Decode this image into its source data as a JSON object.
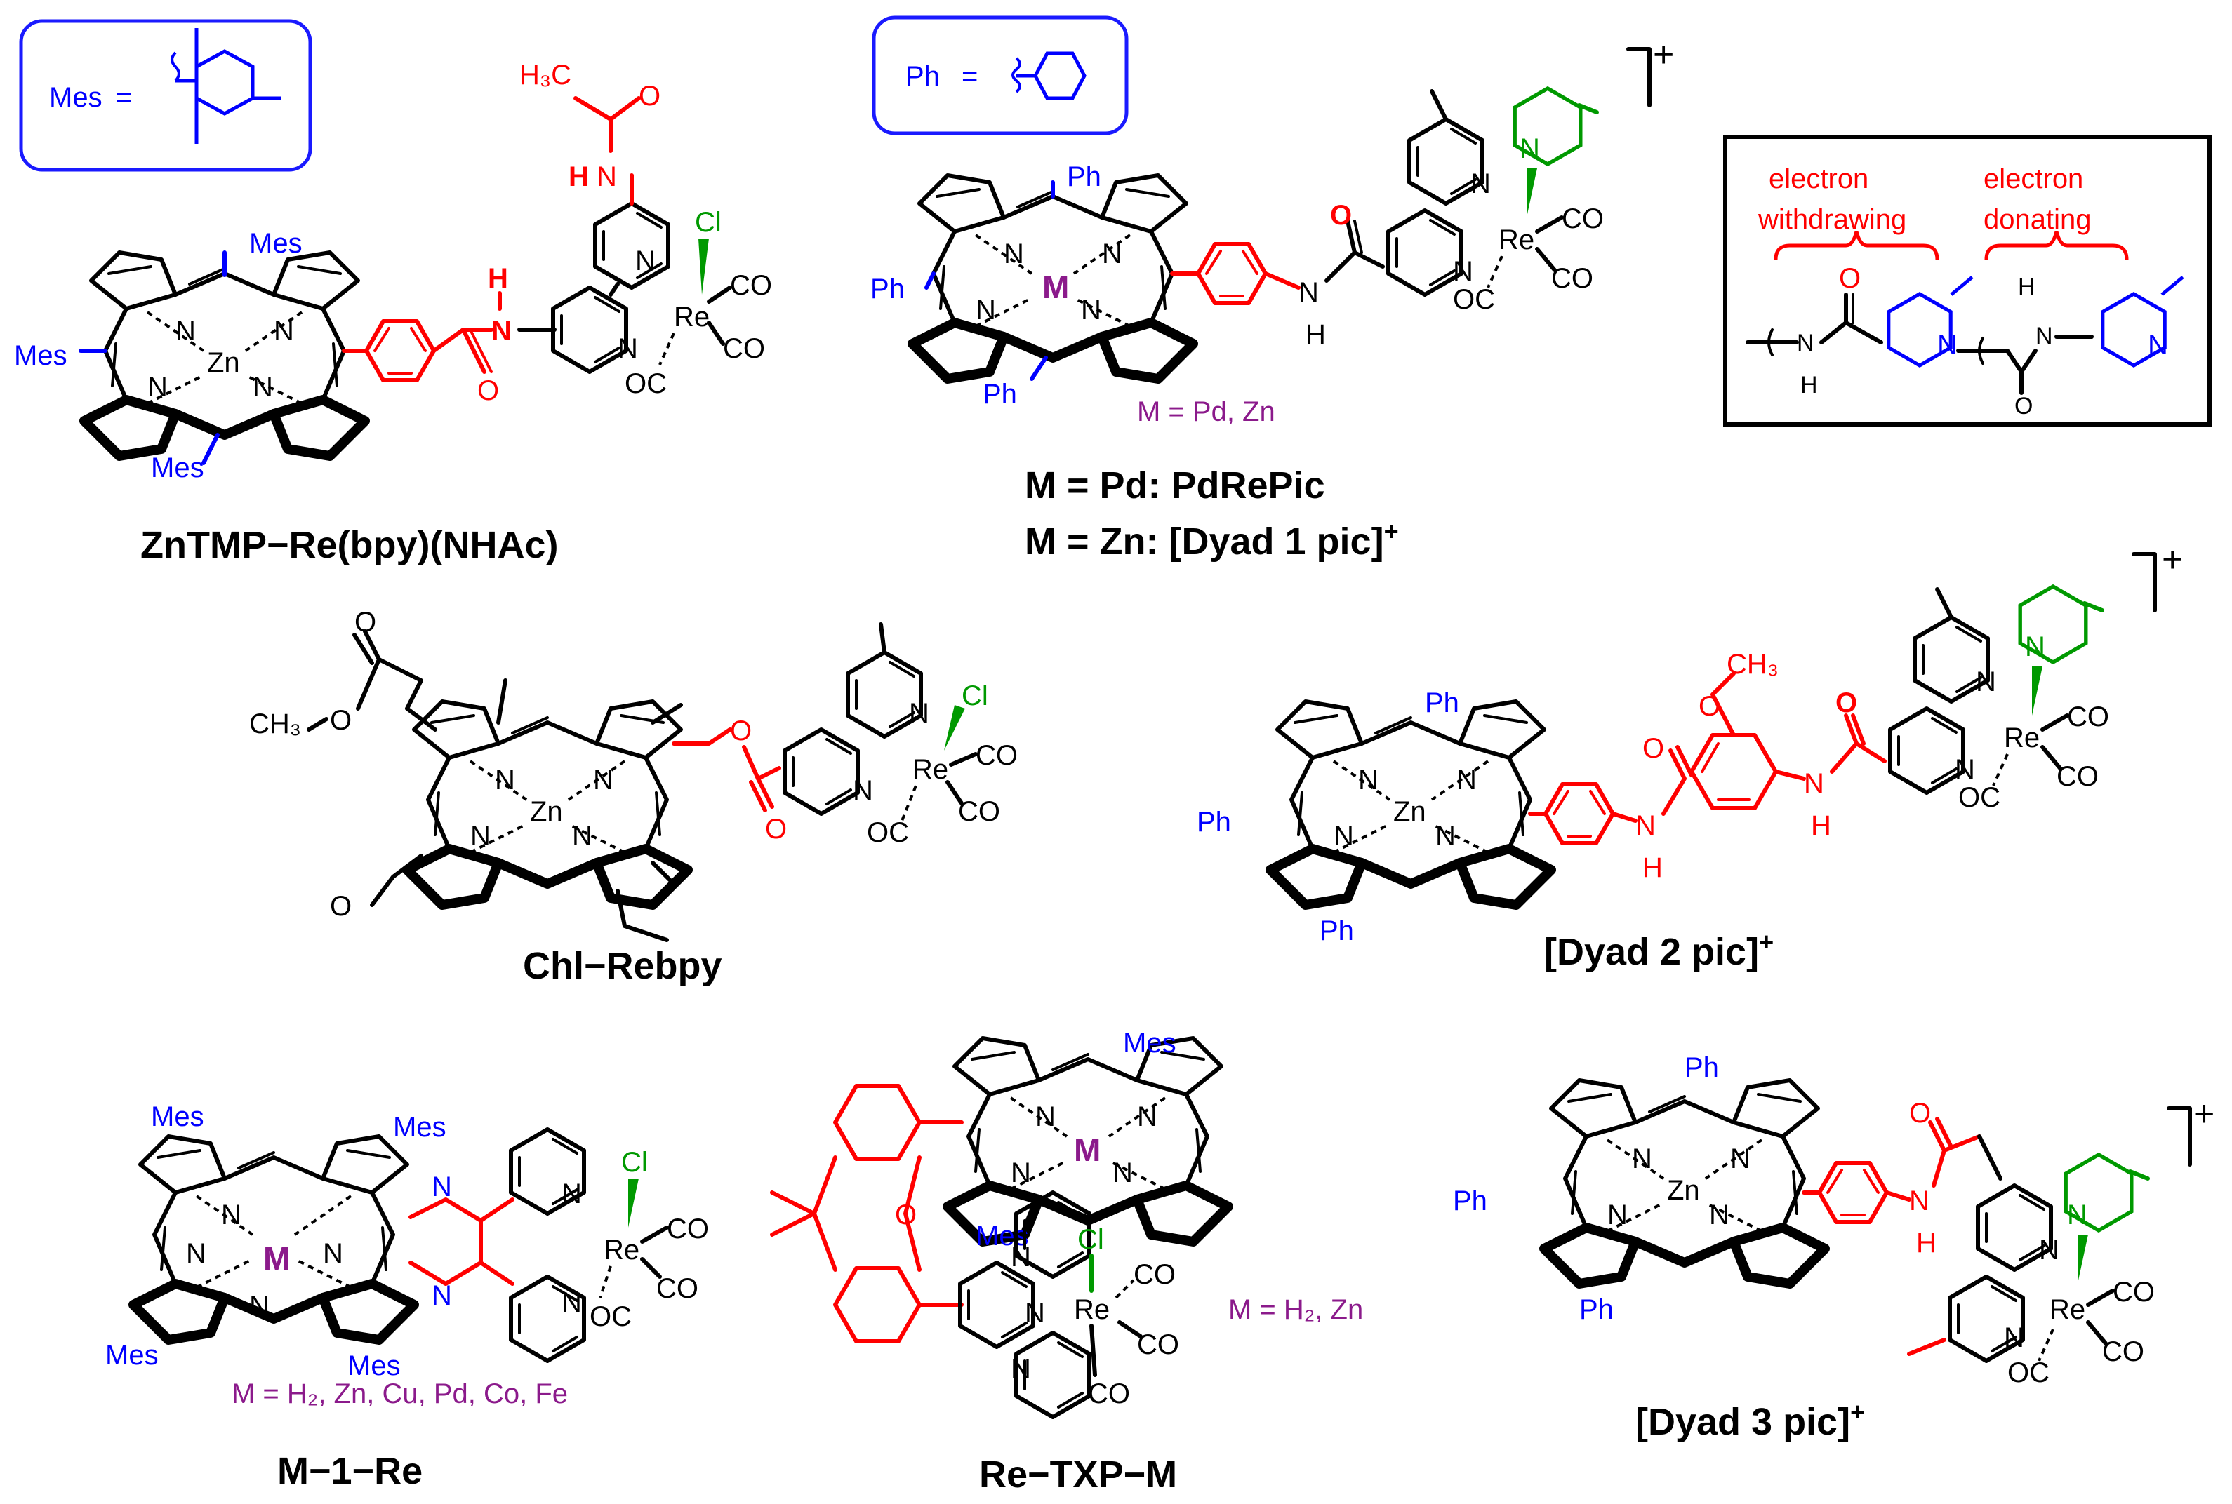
{
  "definitions": {
    "mes": {
      "label": "Mes",
      "eq": "="
    },
    "ph": {
      "label": "Ph",
      "eq": "="
    }
  },
  "legend": {
    "withdrawing": {
      "line1": "electron",
      "line2": "withdrawing"
    },
    "donating": {
      "line1": "electron",
      "line2": "donating"
    },
    "atoms": {
      "O": "O",
      "N": "N",
      "H": "H"
    }
  },
  "atoms": {
    "Zn": "Zn",
    "N": "N",
    "Re": "Re",
    "Cl": "Cl",
    "CO": "CO",
    "OC": "OC",
    "M": "M",
    "O": "O",
    "H": "H",
    "CH3": "CH₃",
    "H3C": "H₃C"
  },
  "substituents": {
    "mes": "Mes",
    "ph": "Ph"
  },
  "compounds": [
    {
      "id": "zntmp",
      "title": "ZnTMP−Re(bpy)(NHAc)",
      "metal_note": ""
    },
    {
      "id": "dyad1",
      "title_line1": "M = Pd: PdRePic",
      "title_line2_main": "M = Zn: [Dyad 1 pic]",
      "title_line2_sup": "+",
      "metal_note": "M = Pd, Zn",
      "charge": "+"
    },
    {
      "id": "chl",
      "title": "Chl−Rebpy"
    },
    {
      "id": "dyad2",
      "title_main": "[Dyad 2 pic]",
      "title_sup": "+",
      "charge": "+"
    },
    {
      "id": "m1re",
      "title": "M−1−Re",
      "metal_note": "M = H₂, Zn, Cu, Pd, Co, Fe"
    },
    {
      "id": "retxp",
      "title": "Re−TXP−M",
      "metal_note": "M = H₂, Zn"
    },
    {
      "id": "dyad3",
      "title_main": "[Dyad 3 pic]",
      "title_sup": "+",
      "charge": "+"
    }
  ]
}
